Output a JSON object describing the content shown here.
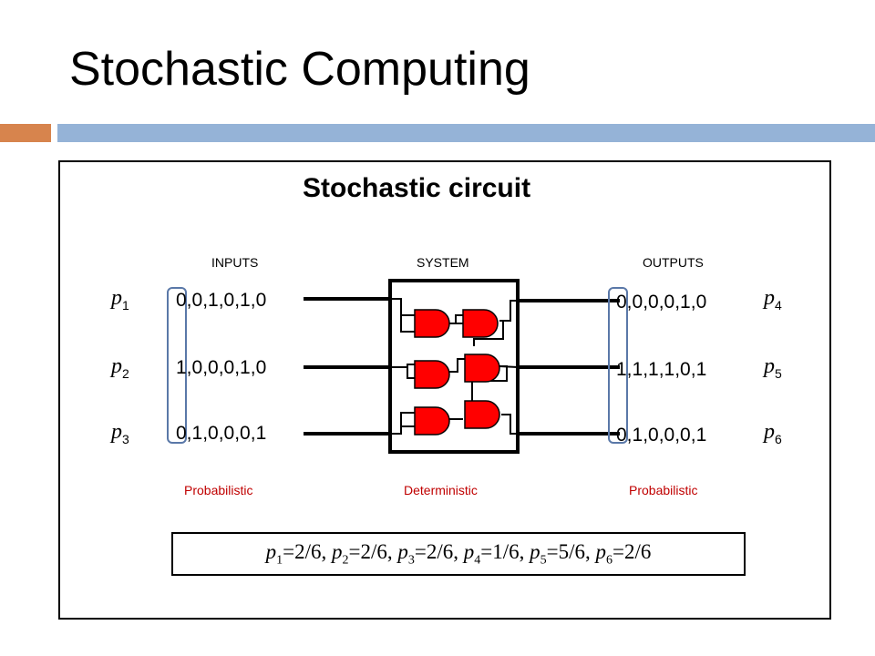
{
  "slide": {
    "title": "Stochastic Computing"
  },
  "circuit": {
    "title": "Stochastic circuit",
    "sections": {
      "inputs": "INPUTS",
      "system": "SYSTEM",
      "outputs": "OUTPUTS"
    },
    "inputs": [
      {
        "var": "p",
        "sub": "1",
        "bits": "0,0,1,0,1,0"
      },
      {
        "var": "p",
        "sub": "2",
        "bits": "1,0,0,0,1,0"
      },
      {
        "var": "p",
        "sub": "3",
        "bits": "0,1,0,0,0,1"
      }
    ],
    "outputs": [
      {
        "var": "p",
        "sub": "4",
        "bits": "0,0,0,0,1,0"
      },
      {
        "var": "p",
        "sub": "5",
        "bits": "1,1,1,1,0,1"
      },
      {
        "var": "p",
        "sub": "6",
        "bits": "0,1,0,0,0,1"
      }
    ],
    "type_labels": {
      "inputs": "Probabilistic",
      "system": "Deterministic",
      "outputs": "Probabilistic"
    },
    "gate_color": "#ff0000",
    "bracket_color": "#5a78a8",
    "formula": [
      {
        "var": "p",
        "sub": "1",
        "value": "=2/6"
      },
      {
        "var": "p",
        "sub": "2",
        "value": "=2/6"
      },
      {
        "var": "p",
        "sub": "3",
        "value": "=2/6"
      },
      {
        "var": "p",
        "sub": "4",
        "value": "=1/6"
      },
      {
        "var": "p",
        "sub": "5",
        "value": "=5/6"
      },
      {
        "var": "p",
        "sub": "6",
        "value": "=2/6"
      }
    ]
  },
  "theme": {
    "accent_orange": "#d7844d",
    "accent_blue": "#95b3d7"
  }
}
